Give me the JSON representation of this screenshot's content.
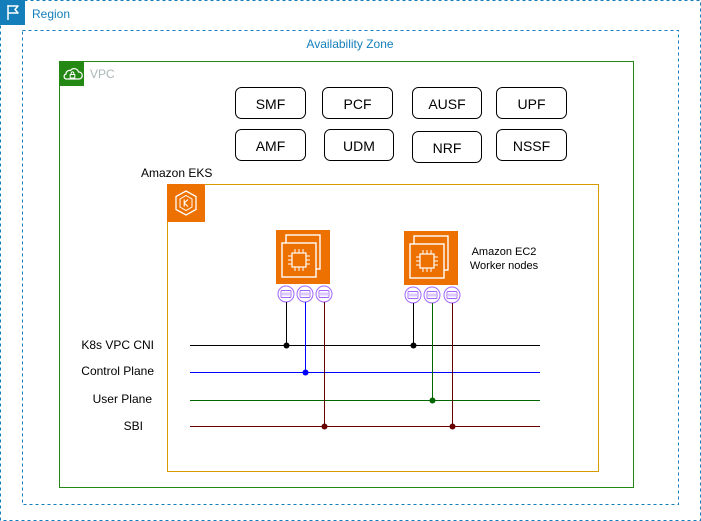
{
  "region": {
    "label": "Region",
    "icon": "region-flag-icon",
    "color": "#147eba"
  },
  "availability_zone": {
    "label": "Availability Zone",
    "color": "#147eba"
  },
  "vpc": {
    "label": "VPC",
    "icon": "vpc-cloud-lock-icon",
    "color": "#248814",
    "label_color": "#aab7b8"
  },
  "functions": [
    "SMF",
    "PCF",
    "AUSF",
    "UPF",
    "AMF",
    "UDM",
    "NRF",
    "NSSF"
  ],
  "eks": {
    "label": "Amazon EKS",
    "icon": "amazon-eks-icon",
    "color": "#d79b00",
    "icon_color": "#ed7100"
  },
  "worker_nodes": {
    "label_line1": "Amazon EC2",
    "label_line2": "Worker nodes",
    "icon": "amazon-ec2-instances-icon",
    "eni_icon": "elastic-network-interface-icon",
    "eni_color": "#a166ff",
    "nodes": 2
  },
  "networks": [
    {
      "name": "K8s VPC CNI",
      "color": "#000000"
    },
    {
      "name": "Control Plane",
      "color": "#0000ff"
    },
    {
      "name": "User Plane",
      "color": "#006600"
    },
    {
      "name": "SBI",
      "color": "#660000"
    }
  ]
}
